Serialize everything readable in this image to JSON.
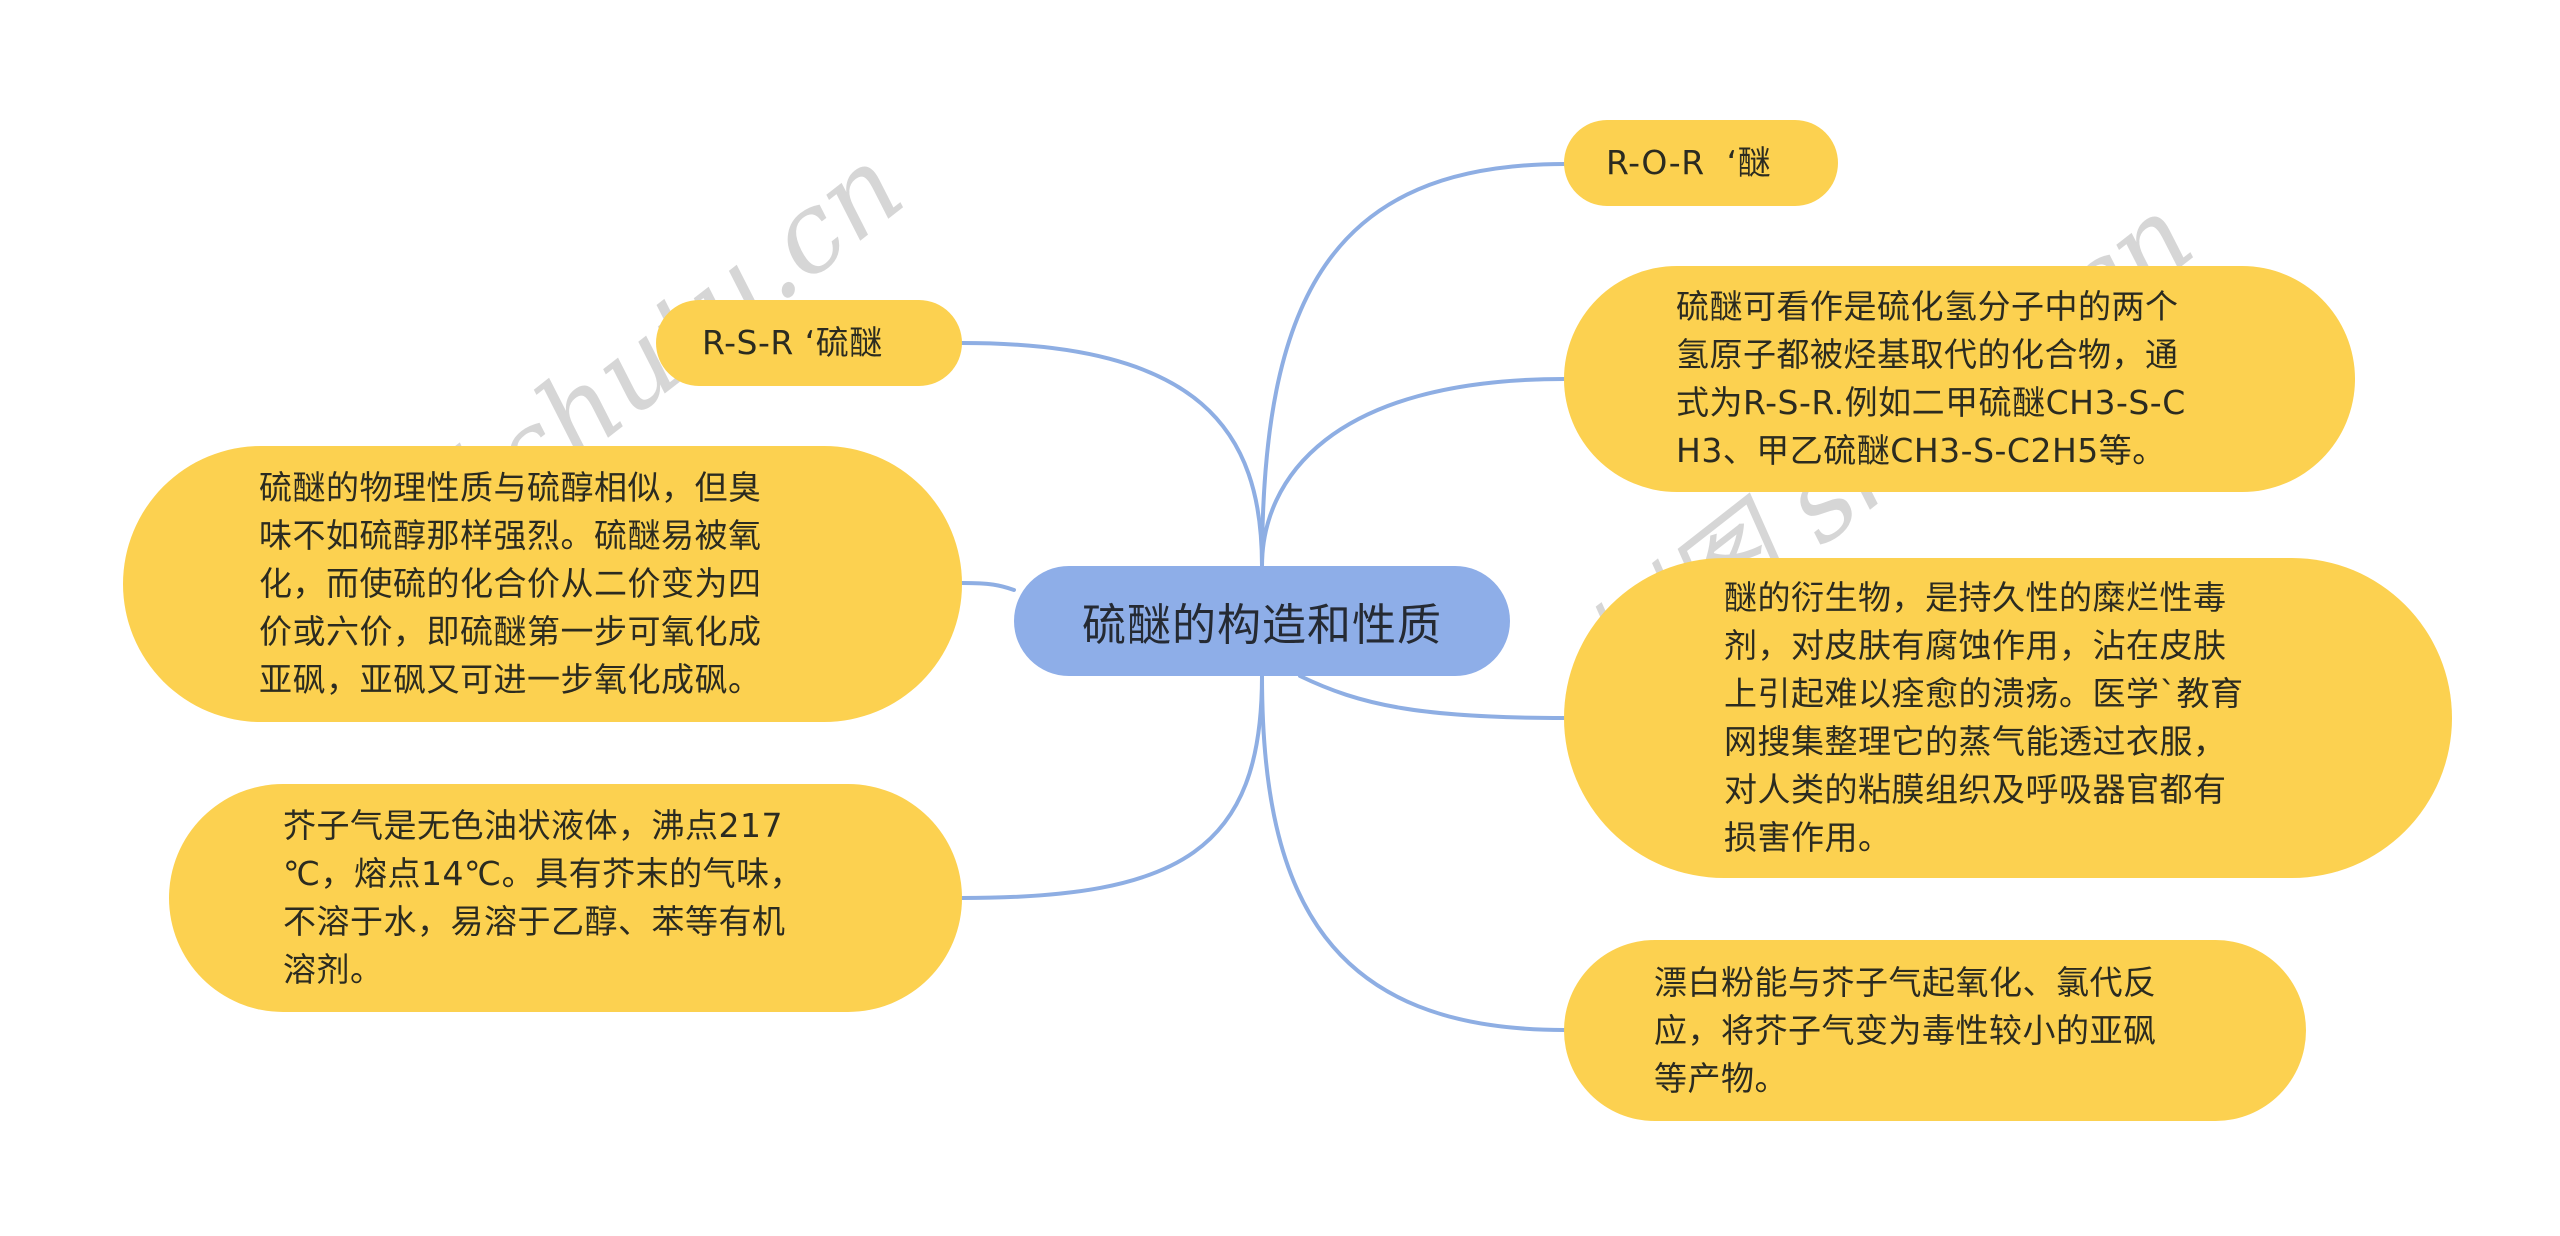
{
  "mindmap": {
    "root": {
      "label": "硫醚的构造和性质",
      "color": "#8eaee8"
    },
    "branch_color": "#fcd150",
    "line_color": "#8eaee3",
    "left": [
      {
        "label": "R-S-R ‘硫醚"
      },
      {
        "label": "硫醚的物理性质与硫醇相似，但臭\n味不如硫醇那样强烈。硫醚易被氧\n化，而使硫的化合价从二价变为四\n价或六价，即硫醚第一步可氧化成\n亚砜，亚砜又可进一步氧化成砜。"
      },
      {
        "label": "芥子气是无色油状液体，沸点217\n℃，熔点14℃。具有芥末的气味，\n不溶于水，易溶于乙醇、苯等有机\n溶剂。"
      }
    ],
    "right": [
      {
        "label": "R-O-R  ‘醚"
      },
      {
        "label": "硫醚可看作是硫化氢分子中的两个\n氢原子都被烃基取代的化合物，通\n式为R-S-R.例如二甲硫醚CH3-S-C\nH3、甲乙硫醚CH3-S-C2H5等。"
      },
      {
        "label": "醚的衍生物，是持久性的糜烂性毒\n剂，对皮肤有腐蚀作用，沾在皮肤\n上引起难以痊愈的溃疡。医学`教育\n网搜集整理它的蒸气能透过衣服，\n对人类的粘膜组织及呼吸器官都有\n损害作用。"
      },
      {
        "label": "漂白粉能与芥子气起氧化、氯代反\n应，将芥子气变为毒性较小的亚砜\n等产物。"
      }
    ]
  },
  "watermark": {
    "left_text": "树图 shutu.cn",
    "right_text": "树图 shutu.cn"
  }
}
